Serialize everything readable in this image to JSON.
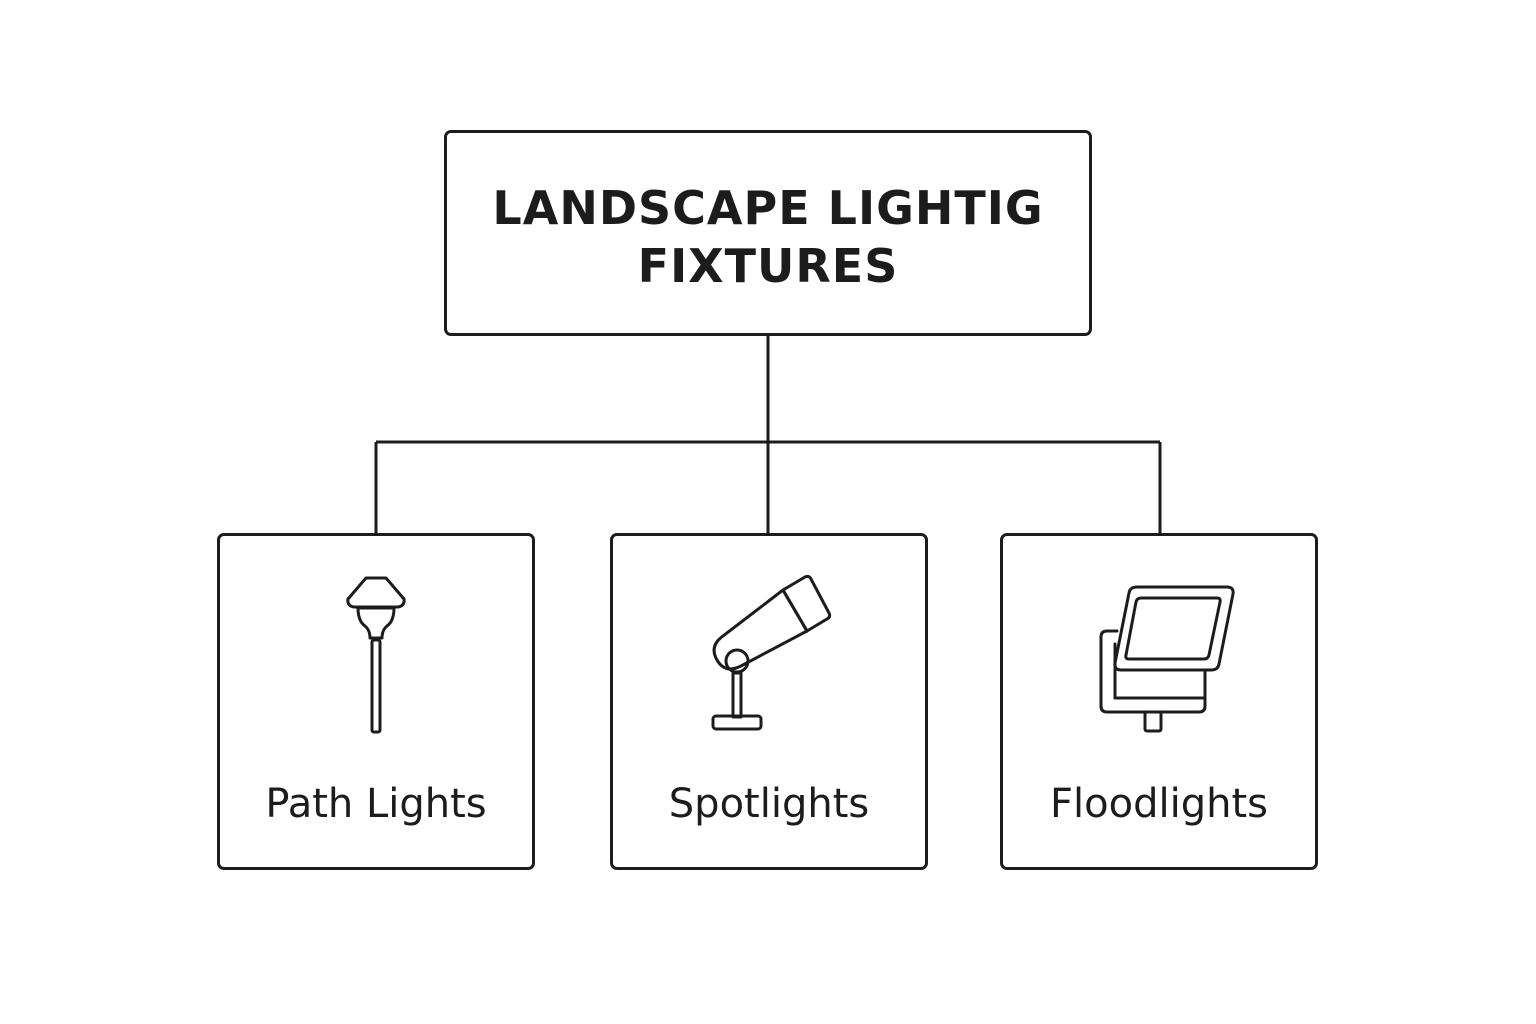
{
  "diagram": {
    "root": {
      "title": "LANDSCAPE LIGHTIG\nFIXTURES"
    },
    "children": [
      {
        "label": "Path Lights",
        "icon": "path-light-icon"
      },
      {
        "label": "Spotlights",
        "icon": "spotlight-icon"
      },
      {
        "label": "Floodlights",
        "icon": "floodlight-icon"
      }
    ],
    "colors": {
      "stroke": "#1c1c1c",
      "background": "#ffffff"
    }
  }
}
